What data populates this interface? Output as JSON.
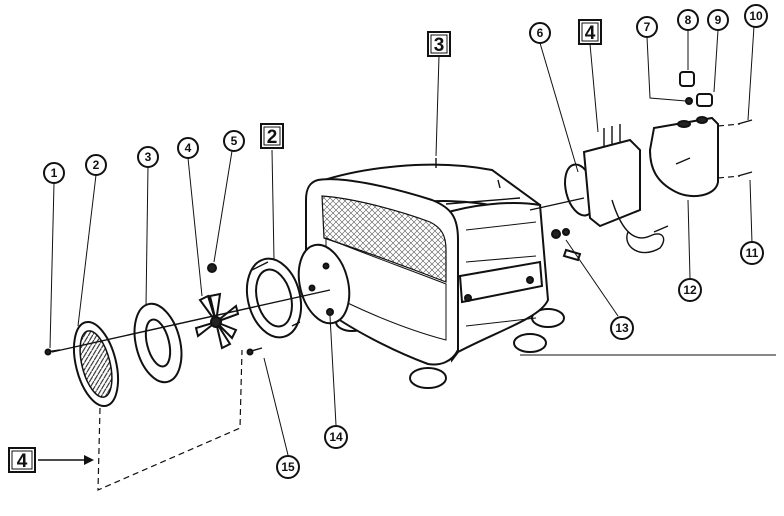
{
  "callouts": [
    {
      "id": "c1",
      "label": "1"
    },
    {
      "id": "c2",
      "label": "2"
    },
    {
      "id": "c3",
      "label": "3"
    },
    {
      "id": "c4",
      "label": "4"
    },
    {
      "id": "c5",
      "label": "5"
    },
    {
      "id": "c6",
      "label": "6"
    },
    {
      "id": "c7",
      "label": "7"
    },
    {
      "id": "c8",
      "label": "8"
    },
    {
      "id": "c9",
      "label": "9"
    },
    {
      "id": "c10",
      "label": "10"
    },
    {
      "id": "c11",
      "label": "11"
    },
    {
      "id": "c12",
      "label": "12"
    },
    {
      "id": "c13",
      "label": "13"
    },
    {
      "id": "c14",
      "label": "14"
    },
    {
      "id": "c15",
      "label": "15"
    }
  ],
  "assembly_boxes": [
    {
      "id": "b2",
      "label": "2"
    },
    {
      "id": "b3",
      "label": "3"
    },
    {
      "id": "b4a",
      "label": "4"
    },
    {
      "id": "b4b",
      "label": "4"
    }
  ]
}
